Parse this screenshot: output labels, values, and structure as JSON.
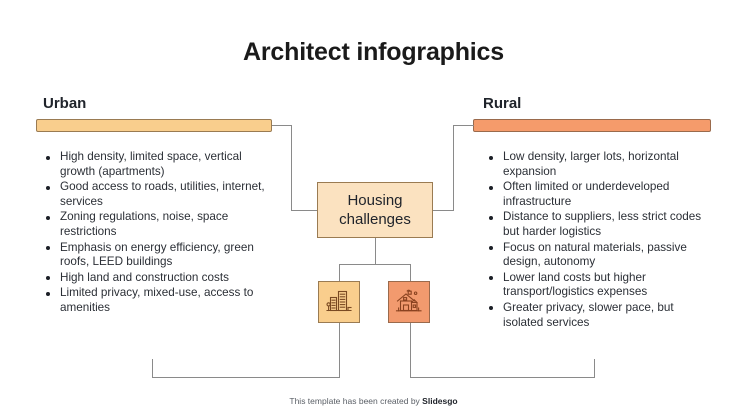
{
  "title": "Architect infographics",
  "center": {
    "line1": "Housing",
    "line2": "challenges"
  },
  "columns": {
    "urban": {
      "heading": "Urban",
      "bar_color": "#F9CE8D",
      "icon_name": "city-buildings-icon",
      "bullets": [
        "High density, limited space, vertical growth (apartments)",
        "Good access to roads, utilities, internet, services",
        "Zoning regulations, noise, space restrictions",
        "Emphasis on energy efficiency, green roofs, LEED buildings",
        "High land and construction costs",
        "Limited privacy, mixed-use, access to amenities"
      ]
    },
    "rural": {
      "heading": "Rural",
      "bar_color": "#F59B6B",
      "icon_name": "country-house-icon",
      "bullets": [
        "Low density, larger lots, horizontal expansion",
        "Often limited or underdeveloped infrastructure",
        "Distance to suppliers, less strict codes but harder logistics",
        "Focus on natural materials, passive design, autonomy",
        "Lower land costs but higher transport/logistics expenses",
        "Greater privacy, slower pace, but isolated services"
      ]
    }
  },
  "footer": {
    "prefix": "This template has been created by ",
    "brand": "Slidesgo"
  },
  "colors": {
    "accent_light": "#FBE2C0",
    "accent_tan": "#F9CE8D",
    "accent_orange": "#F59B6B",
    "line": "#8a8a8a",
    "text": "#20242b"
  }
}
